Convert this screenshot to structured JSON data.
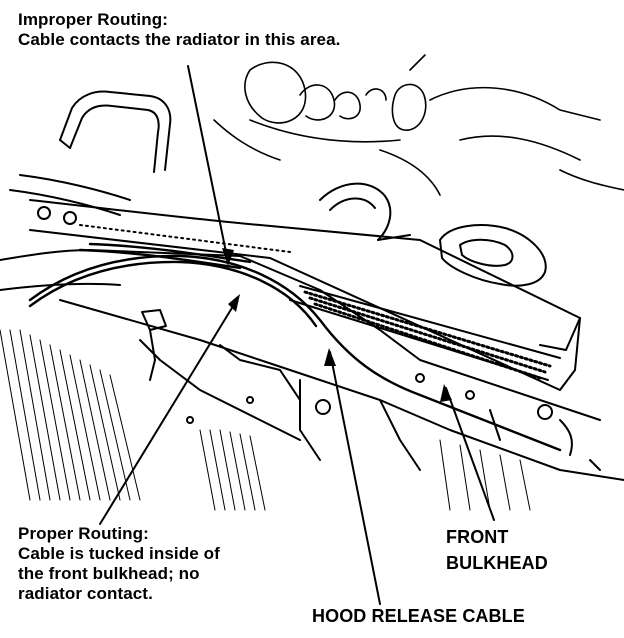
{
  "callouts": {
    "improper": {
      "title": "Improper Routing:",
      "text": "Cable contacts the radiator in this area."
    },
    "proper": {
      "title": "Proper Routing:",
      "lines": [
        "Cable is tucked inside of",
        "the front bulkhead; no",
        "radiator contact."
      ]
    },
    "front_bulkhead": {
      "lines": [
        "FRONT",
        "BULKHEAD"
      ]
    },
    "hood_release_cable": {
      "text": "HOOD RELEASE CABLE"
    }
  },
  "colors": {
    "ink": "#000000",
    "paper": "#ffffff"
  }
}
